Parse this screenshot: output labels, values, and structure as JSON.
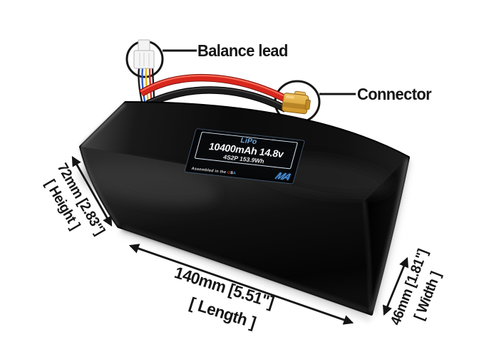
{
  "scene": {
    "description": "Annotated product photo of a LiPo battery pack with dimension arrows",
    "background_color": "#ffffff"
  },
  "callouts": {
    "balance_lead": "Balance lead",
    "connector": "Connector"
  },
  "battery_label": {
    "chemistry": "LiPo",
    "capacity_voltage": "10400mAh 14.8v",
    "config_energy": "4S2P 153.9Wh",
    "assembled_prefix": "Assembled in the ",
    "assembled_u": "U",
    "assembled_s": "S",
    "assembled_a": "A",
    "logo_text": "MA"
  },
  "dimensions": {
    "height": {
      "value": "72mm [2.83\"]",
      "label": "[ Height ]"
    },
    "length": {
      "value": "140mm [5.51\"]",
      "label": "[ Length ]"
    },
    "width": {
      "value": "46mm [1.81\"]",
      "label": "[ Width ]"
    }
  },
  "colors": {
    "battery_black": "#0a0a0a",
    "wire_red": "#d8271d",
    "wire_black": "#1c1c1c",
    "balance_wire_yellow": "#e0b81f",
    "balance_wire_blue": "#2b57c9",
    "connector_yellow": "#e2a83f",
    "label_text_blue": "#6fa8dc",
    "logo_blue": "#4a90d9",
    "annotation_black": "#141414"
  }
}
